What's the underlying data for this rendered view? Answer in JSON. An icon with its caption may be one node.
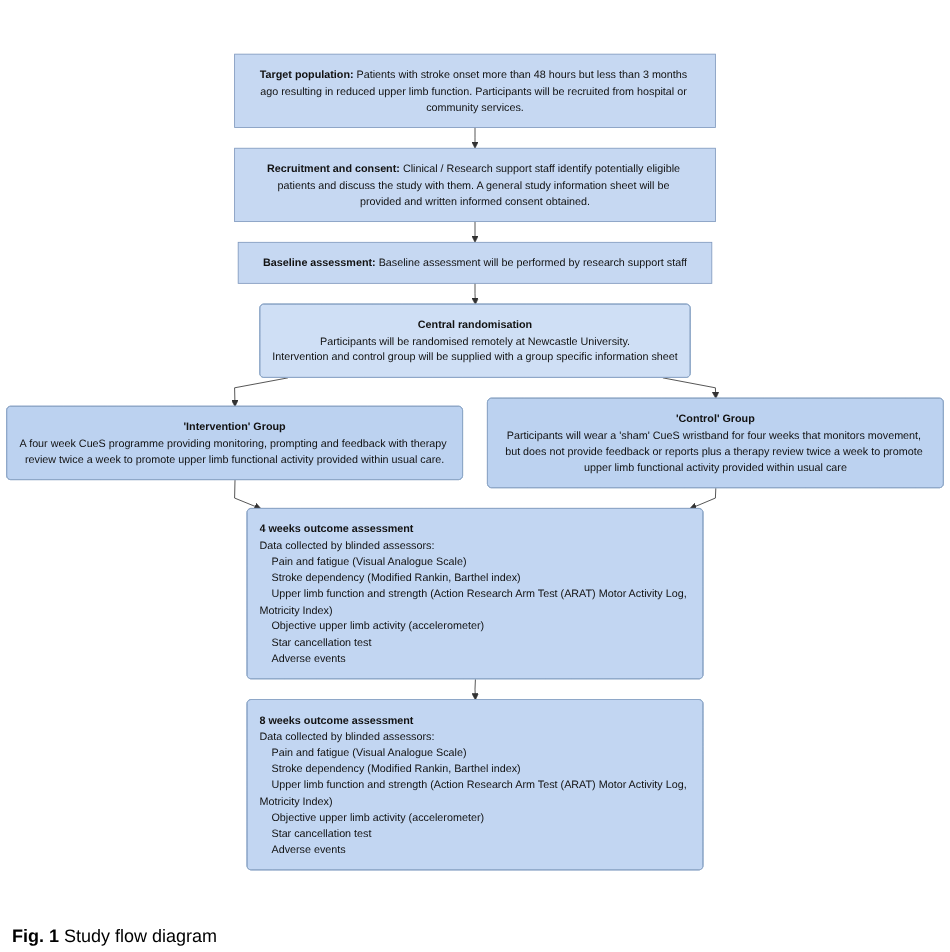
{
  "diagram": {
    "caption": "**Fig. 1** Study flow diagram",
    "nodes": [
      {
        "text": [
          "**Target population:** Patients with stroke onset more than 48 hours but less than 3 months ago resulting in reduced upper limb function. Participants will be recruited from hospital or community services."
        ]
      },
      {
        "text": [
          "**Recruitment and consent:** Clinical / Research support staff identify potentially eligible patients and discuss the study with them. A general study information sheet will be provided and written informed consent obtained."
        ]
      },
      {
        "text": [
          "**Baseline assessment:** Baseline assessment will be performed by research support staff"
        ]
      },
      {
        "text": [
          "Central randomisation",
          "Participants will be randomised remotely at Newcastle University.",
          "Intervention and control group will be supplied with a group specific information sheet"
        ]
      },
      {
        "text": [
          "'Intervention' Group",
          "A four week CueS programme providing monitoring, prompting and feedback with therapy review twice a week to promote upper limb functional activity provided within usual care."
        ]
      },
      {
        "text": [
          "'Control' Group",
          "Participants will wear a 'sham' CueS wristband for four weeks that monitors movement, but does not provide feedback or reports plus a therapy review twice a week to promote upper limb functional activity provided within usual care"
        ]
      },
      {
        "text": [
          "4 weeks outcome assessment",
          "Data collected by blinded assessors:",
          "Pain and fatigue (Visual Analogue Scale)",
          "Stroke dependency (Modified Rankin, Barthel index)",
          "Upper limb function and strength (Action Research Arm Test (ARAT) Motor Activity Log, Motricity Index)",
          "Objective upper limb activity (accelerometer)",
          "Star cancellation test",
          "Adverse events"
        ]
      },
      {
        "text": [
          "8 weeks outcome assessment",
          "Data collected by blinded assessors:",
          "Pain and fatigue (Visual Analogue Scale)",
          "Stroke dependency (Modified Rankin, Barthel index)",
          "Upper limb function and strength (Action Research Arm Test (ARAT) Motor Activity Log, Motricity Index)",
          "Objective upper limb activity (accelerometer)",
          "Star cancellation test",
          "Adverse events"
        ]
      }
    ],
    "edges": [
      {
        "from": 0,
        "to": 1,
        "arrow": "to"
      },
      {
        "from": 1,
        "to": 2,
        "arrow": "to"
      },
      {
        "from": 2,
        "to": 3,
        "arrow": "to"
      },
      {
        "from": 3,
        "to": 4,
        "arrow": "to"
      },
      {
        "from": 3,
        "to": 5,
        "arrow": "to"
      },
      {
        "from": 4,
        "to": 6,
        "arrow": "to"
      },
      {
        "from": 5,
        "to": 6,
        "arrow": "to"
      },
      {
        "from": 6,
        "to": 7,
        "arrow": "to"
      }
    ]
  }
}
